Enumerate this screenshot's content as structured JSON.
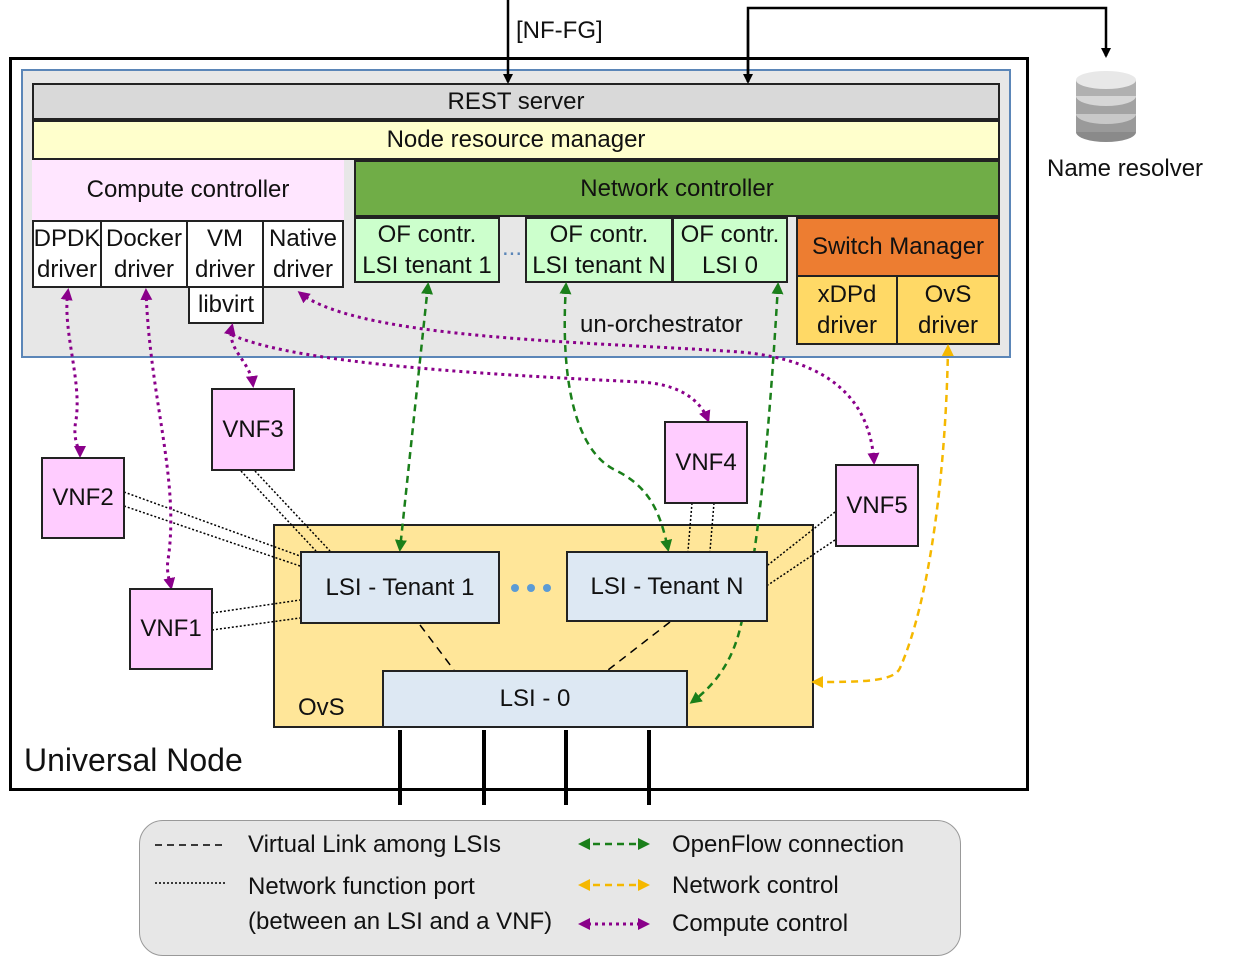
{
  "input_label": "[NF-FG]",
  "name_resolver": {
    "label": "Name resolver",
    "icon": "database-icon"
  },
  "universal_node": {
    "label": "Universal Node"
  },
  "orchestrator": {
    "label": "un-orchestrator",
    "rest_server": "REST server",
    "node_resource_manager": "Node resource manager",
    "compute_controller": {
      "label": "Compute controller",
      "drivers": [
        {
          "line1": "DPDK",
          "line2": "driver"
        },
        {
          "line1": "Docker",
          "line2": "driver"
        },
        {
          "line1": "VM",
          "line2": "driver"
        },
        {
          "line1": "Native",
          "line2": "driver"
        }
      ],
      "libvirt": "libvirt"
    },
    "network_controller": {
      "label": "Network controller",
      "of_controllers": [
        {
          "line1": "OF contr.",
          "line2": "LSI tenant 1"
        },
        {
          "line1": "OF contr.",
          "line2": "LSI tenant N"
        },
        {
          "line1": "OF contr.",
          "line2": "LSI 0"
        }
      ],
      "ellipsis": "..."
    },
    "switch_manager": {
      "label": "Switch Manager",
      "drivers": [
        {
          "line1": "xDPd",
          "line2": "driver"
        },
        {
          "line1": "OvS",
          "line2": "driver"
        }
      ]
    }
  },
  "vnfs": [
    "VNF1",
    "VNF2",
    "VNF3",
    "VNF4",
    "VNF5"
  ],
  "ovs": {
    "label": "OvS",
    "lsi_tenant_1": "LSI - Tenant 1",
    "lsi_tenant_n": "LSI - Tenant N",
    "lsi_0": "LSI - 0"
  },
  "legend": {
    "items": [
      {
        "label": "Virtual Link among LSIs",
        "style": "dashed",
        "color": "#000000"
      },
      {
        "label": "Network function port",
        "label2": "(between an LSI and a VNF)",
        "style": "dotted",
        "color": "#000000"
      },
      {
        "label": "OpenFlow connection",
        "style": "dashed-arrow",
        "color": "#1a7f1a"
      },
      {
        "label": "Network control",
        "style": "dashed-arrow",
        "color": "#f5b800"
      },
      {
        "label": "Compute control",
        "style": "dotted-arrow",
        "color": "#8a008a"
      }
    ]
  },
  "colors": {
    "rest_server": "#d9d9d9",
    "node_resource_manager": "#ffffcc",
    "compute_controller": "#ffe6ff",
    "network_controller": "#70ad47",
    "switch_manager": "#ed7d31",
    "switch_drivers": "#ffd966",
    "of_controller": "#ccffcc",
    "vnf": "#ffccff",
    "ovs": "#ffe699",
    "lsi": "#dde8f3",
    "orchestrator": "#e7e7e7",
    "legend_bg": "#e7e7e7",
    "openflow": "#1a7f1a",
    "network_control": "#f5b800",
    "compute_control": "#8a008a"
  }
}
